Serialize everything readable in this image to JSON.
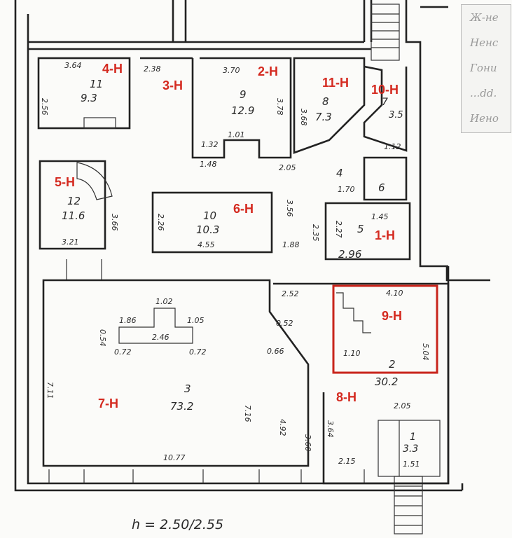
{
  "rooms": [
    {
      "id": "r11",
      "num": "11",
      "area": "9.3",
      "label": "4-Н"
    },
    {
      "id": "r3h",
      "label": "3-Н"
    },
    {
      "id": "r9",
      "num": "9",
      "area": "12.9",
      "label": "2-Н"
    },
    {
      "id": "r8",
      "num": "8",
      "area": "7.3",
      "label": "11-Н"
    },
    {
      "id": "r7",
      "num": "7",
      "area": "3.5",
      "label": "10-Н"
    },
    {
      "id": "r12",
      "num": "12",
      "area": "11.6",
      "label": "5-Н"
    },
    {
      "id": "r10",
      "num": "10",
      "area": "10.3",
      "label": "6-Н"
    },
    {
      "id": "r5",
      "num": "5",
      "area": "2.96",
      "label": "1-Н"
    },
    {
      "id": "r3",
      "num": "3",
      "area": "73.2",
      "label": "7-Н"
    },
    {
      "id": "r2",
      "num": "2",
      "area": "30.2",
      "label": "8-Н"
    },
    {
      "id": "r9h",
      "label": "9-Н"
    },
    {
      "id": "r1",
      "num": "1",
      "area": "3.3"
    },
    {
      "id": "r4",
      "num": "4"
    },
    {
      "id": "r6",
      "num": "6"
    }
  ],
  "dimensions": [
    "3.64",
    "2.56",
    "2.38",
    "3.70",
    "3.78",
    "1.01",
    "1.32",
    "1.48",
    "2.05",
    "3.68",
    "1.12",
    "1.70",
    "1.45",
    "3.66",
    "3.21",
    "2.26",
    "4.55",
    "3.56",
    "2.35",
    "2.27",
    "1.88",
    "2.52",
    "4.10",
    "5.04",
    "1.10",
    "1.02",
    "1.86",
    "1.05",
    "0.54",
    "2.46",
    "0.72",
    "0.72",
    "0.52",
    "0.66",
    "7.11",
    "7.16",
    "4.92",
    "3.60",
    "3.64",
    "2.05",
    "10.77",
    "2.15",
    "1.51"
  ],
  "ceiling_height": "h = 2.50/2.55",
  "side_note_lines": [
    "Ж-не",
    "Ненс",
    "Гони",
    "...dd.",
    "Иено"
  ]
}
